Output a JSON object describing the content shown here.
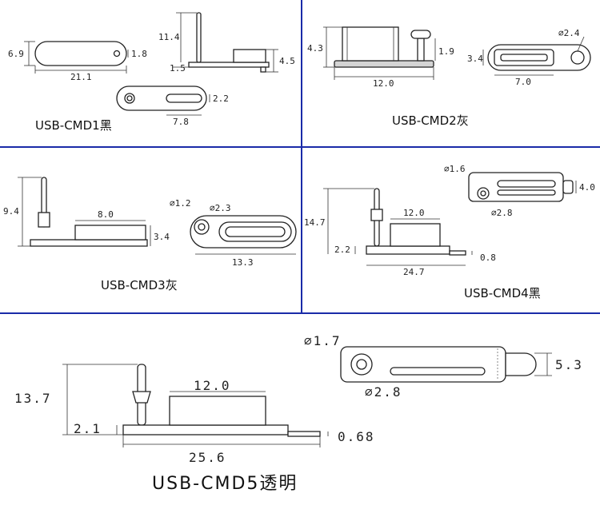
{
  "colors": {
    "divider": "#1a2ba8",
    "part_fill": "#ffffff",
    "gray_fill": "#d4d4d4",
    "line": "#222222"
  },
  "panels": [
    {
      "id": "cmd1",
      "title": "USB-CMD1黑",
      "dims": {
        "a": "6.9",
        "b": "1.8",
        "c": "21.1",
        "d": "11.4",
        "e": "1.5",
        "f": "4.5",
        "g": "2.2",
        "h": "7.8"
      }
    },
    {
      "id": "cmd2",
      "title": "USB-CMD2灰",
      "dims": {
        "a": "4.3",
        "b": "1.9",
        "c": "12.0",
        "d": "⌀2.4",
        "e": "3.4",
        "f": "7.0"
      }
    },
    {
      "id": "cmd3",
      "title": "USB-CMD3灰",
      "dims": {
        "a": "9.4",
        "b": "8.0",
        "c": "3.4",
        "d": "⌀1.2",
        "e": "⌀2.3",
        "f": "13.3"
      }
    },
    {
      "id": "cmd4",
      "title": "USB-CMD4黑",
      "dims": {
        "a": "⌀1.6",
        "b": "4.0",
        "c": "⌀2.8",
        "d": "14.7",
        "e": "12.0",
        "f": "2.2",
        "g": "0.8",
        "h": "24.7"
      }
    },
    {
      "id": "cmd5",
      "title": "USB-CMD5透明",
      "dims": {
        "a": "⌀1.7",
        "b": "5.3",
        "c": "⌀2.8",
        "d": "13.7",
        "e": "12.0",
        "f": "2.1",
        "g": "0.68",
        "h": "25.6"
      }
    }
  ]
}
